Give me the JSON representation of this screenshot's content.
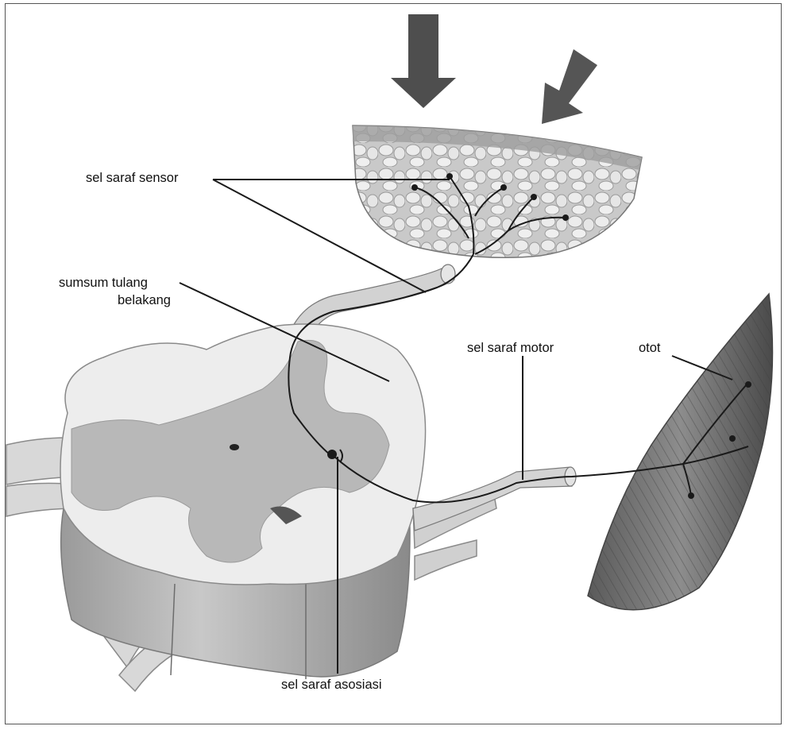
{
  "labels": {
    "sensor_neuron": "sel saraf sensor",
    "spinal_cord_line1": "sumsum tulang",
    "spinal_cord_line2": "belakang",
    "motor_neuron": "sel saraf motor",
    "muscle": "otot",
    "association_neuron": "sel saraf asosiasi"
  },
  "colors": {
    "background": "#ffffff",
    "white_matter": "#ececec",
    "gray_matter": "#b4b4b4",
    "tissue_shading": "#8c8c8c",
    "nerve_line": "#1a1a1a",
    "arrow": "#505050"
  }
}
